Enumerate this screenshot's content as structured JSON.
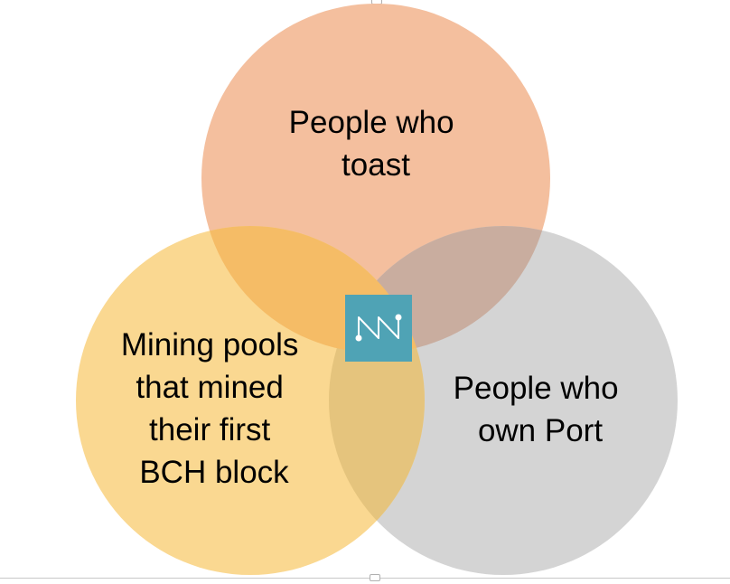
{
  "diagram": {
    "circles": {
      "top": {
        "lines": [
          "People who",
          "toast"
        ],
        "color": "#f4bf9e"
      },
      "left": {
        "lines": [
          "Mining pools",
          "that mined",
          "their first",
          "BCH block"
        ],
        "color": "#fad891"
      },
      "right": {
        "lines": [
          "People who",
          "own Port"
        ],
        "color": "#d4d4d4"
      }
    },
    "overlap_colors": {
      "top_left": "#f5bc66",
      "top_right": "#c9ad9f",
      "left_right": "#e5c47d"
    },
    "center_logo": {
      "icon": "nn-logo-icon",
      "background": "#4fa3b5",
      "stroke": "#ffffff"
    }
  }
}
